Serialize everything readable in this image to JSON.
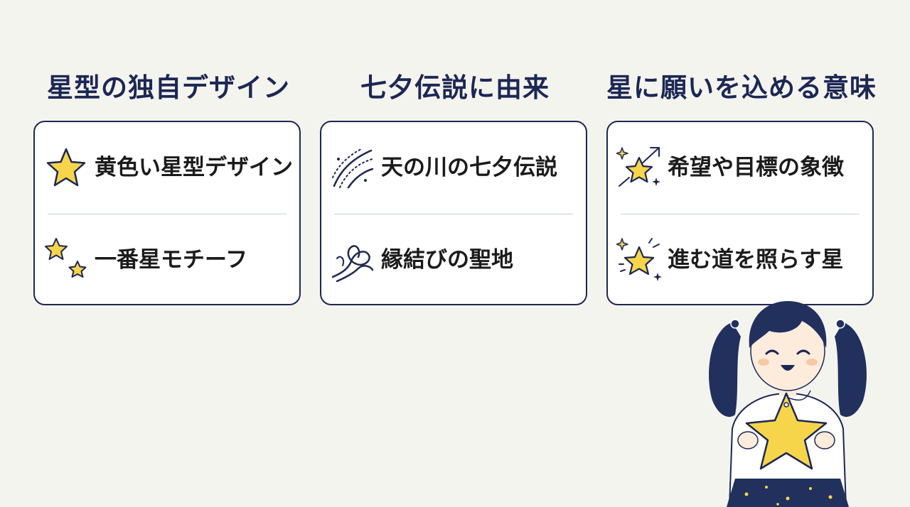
{
  "colors": {
    "navy": "#1d2754",
    "star_yellow": "#f6d54a",
    "background": "#f4f4ef",
    "divider": "#c9d2dc"
  },
  "columns": [
    {
      "title": "星型の独自デザイン",
      "items": [
        {
          "label": "黄色い星型デザイン",
          "icon": "star-icon"
        },
        {
          "label": "一番星モチーフ",
          "icon": "twin-stars-icon"
        }
      ]
    },
    {
      "title": "七夕伝説に由来",
      "items": [
        {
          "label": "天の川の七夕伝説",
          "icon": "milky-way-icon"
        },
        {
          "label": "縁結びの聖地",
          "icon": "knot-icon"
        }
      ]
    },
    {
      "title": "星に願いを込める意味",
      "items": [
        {
          "label": "希望や目標の象徴",
          "icon": "rising-star-icon"
        },
        {
          "label": "進む道を照らす星",
          "icon": "shining-star-icon"
        }
      ]
    }
  ],
  "illustration": {
    "icon": "girl-holding-star-illustration"
  }
}
